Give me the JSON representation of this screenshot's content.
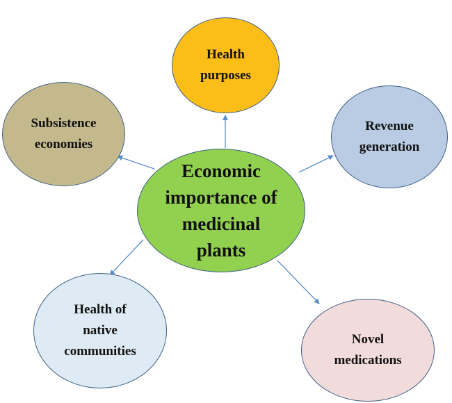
{
  "center": {
    "label": "Economic\nimportance of\nmedicinal\nplants",
    "fill": "#92d050"
  },
  "nodes": {
    "top": {
      "label": "Health\npurposes",
      "fill": "#fbbd18"
    },
    "left": {
      "label": "Subsistence\neconomies",
      "fill": "#c3b98d"
    },
    "right": {
      "label": "Revenue\ngeneration",
      "fill": "#b9cce4"
    },
    "bottom_left": {
      "label": "Health of\nnative\ncommunities",
      "fill": "#deebf4"
    },
    "bottom_right": {
      "label": "Novel\nmedications",
      "fill": "#f2dcdb"
    }
  },
  "colors": {
    "arrow": "#5b8ec9",
    "outline": "#3f5f86"
  }
}
